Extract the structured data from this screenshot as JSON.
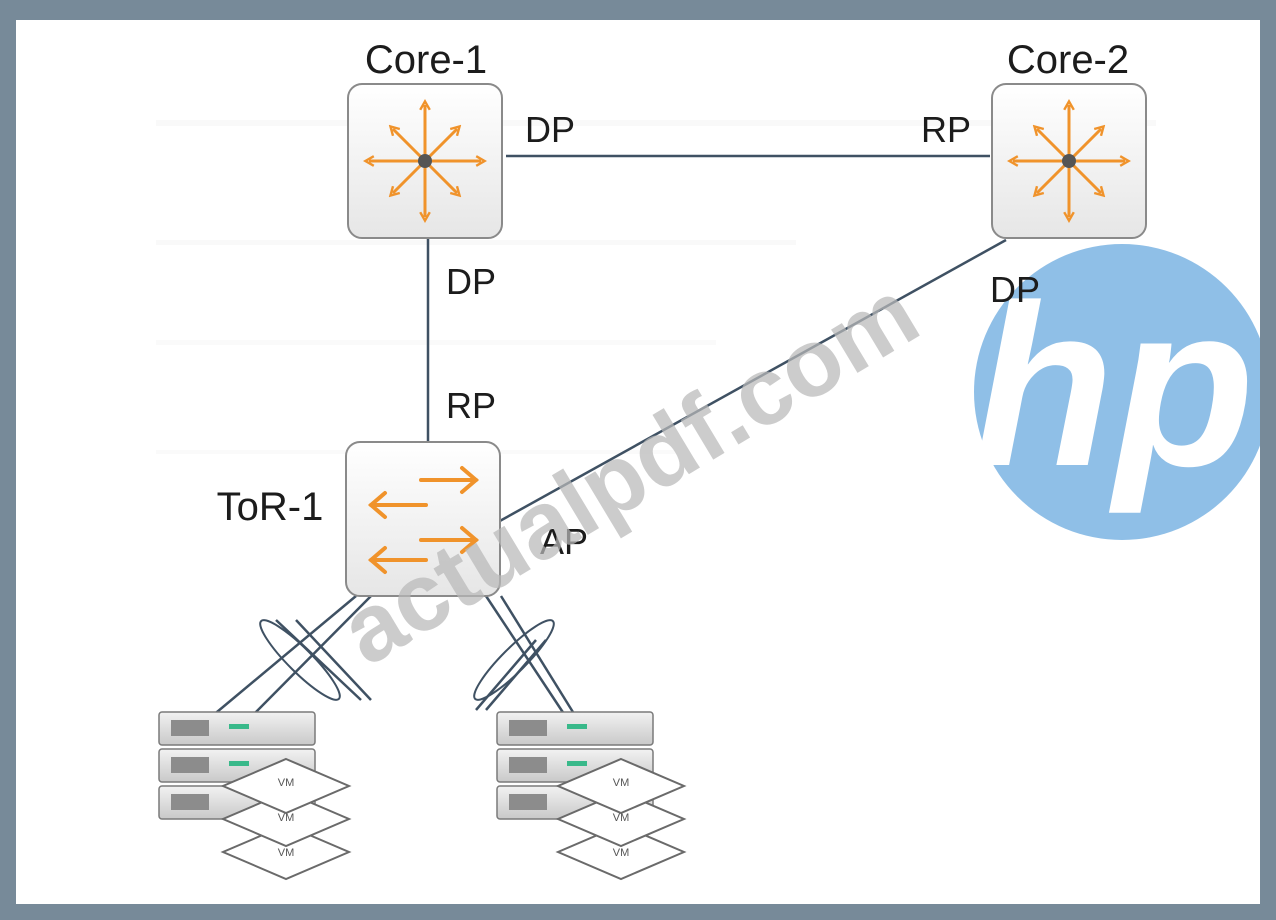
{
  "nodes": {
    "core1": {
      "label": "Core-1",
      "type": "router"
    },
    "core2": {
      "label": "Core-2",
      "type": "router"
    },
    "tor1": {
      "label": "ToR-1",
      "type": "switch"
    }
  },
  "links": [
    {
      "from": "core1",
      "to": "core2",
      "from_port_role": "DP",
      "to_port_role": "RP"
    },
    {
      "from": "core1",
      "to": "tor1",
      "from_port_role": "DP",
      "to_port_role": "RP"
    },
    {
      "from": "core2",
      "to": "tor1",
      "from_port_role": "DP",
      "to_port_role": "AP"
    }
  ],
  "port_labels": {
    "core1_to_core2": "DP",
    "core2_to_core1": "RP",
    "core1_to_tor1": "DP",
    "tor1_to_core1": "RP",
    "core2_to_tor1": "DP",
    "tor1_to_core2": "AP"
  },
  "servers": [
    {
      "vms": [
        "VM",
        "VM",
        "VM"
      ]
    },
    {
      "vms": [
        "VM",
        "VM",
        "VM"
      ]
    }
  ],
  "watermark": {
    "text": "actualpdf.com"
  },
  "logo": {
    "text": "hp",
    "color": "#3d8fd6"
  },
  "colors": {
    "device_icon": "#f0932b",
    "link": "#3f5163",
    "device_border": "#8a8a8a",
    "frame_border": "#778a99"
  },
  "icons": {
    "core1": "router-arrows-icon",
    "core2": "router-arrows-icon",
    "tor1": "switch-arrows-icon"
  }
}
